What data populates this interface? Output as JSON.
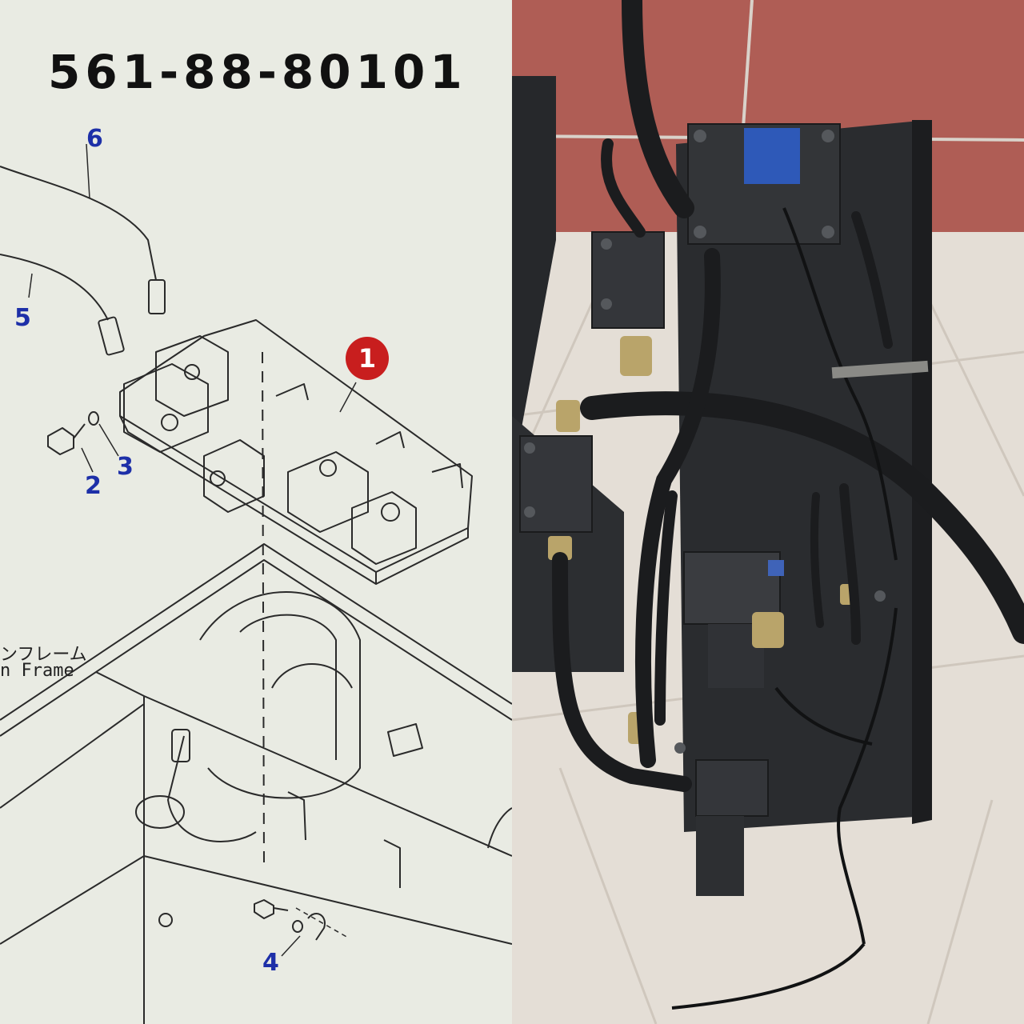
{
  "diagram": {
    "part_number": "561-88-80101",
    "callouts": {
      "c1": "1",
      "c2": "2",
      "c3": "3",
      "c4": "4",
      "c5": "5",
      "c6": "6"
    },
    "frame_label_jp": "ンフレーム",
    "frame_label_en": "n Frame",
    "colors": {
      "callout_blue": "#1d2fa8",
      "callout_red": "#c81e1e",
      "paper": "#e9ebe3"
    }
  },
  "photo": {
    "subject": "hydraulic-valve-assembly-icon",
    "colors": {
      "tile": "#e4ded6",
      "granite": "#b5625a",
      "plate": "#2a2c2f"
    }
  }
}
